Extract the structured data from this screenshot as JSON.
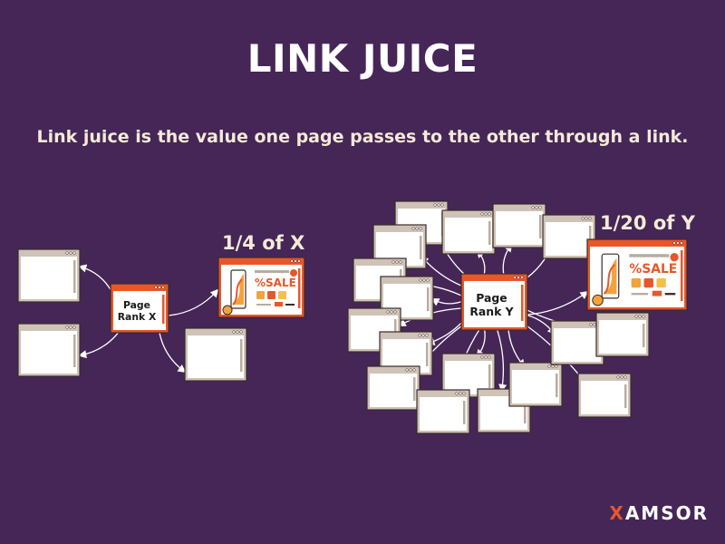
{
  "title": "LINK JUICE",
  "subtitle": "Link juice is the value one page passes to the other through a link.",
  "left_group": {
    "source_label_line1": "Page",
    "source_label_line2": "Rank X",
    "fraction_label": "1/4 of X"
  },
  "right_group": {
    "source_label_line1": "Page",
    "source_label_line2": "Rank Y",
    "fraction_label": "1/20 of Y"
  },
  "sale_text": "%SALE",
  "logo": {
    "prefix": "X",
    "rest": "AMSOR"
  },
  "colors": {
    "background": "#452657",
    "accent": "#e7572a",
    "window_frame": "#cfc3b7",
    "window_body": "#ffffff",
    "arrow": "#ffffff"
  }
}
